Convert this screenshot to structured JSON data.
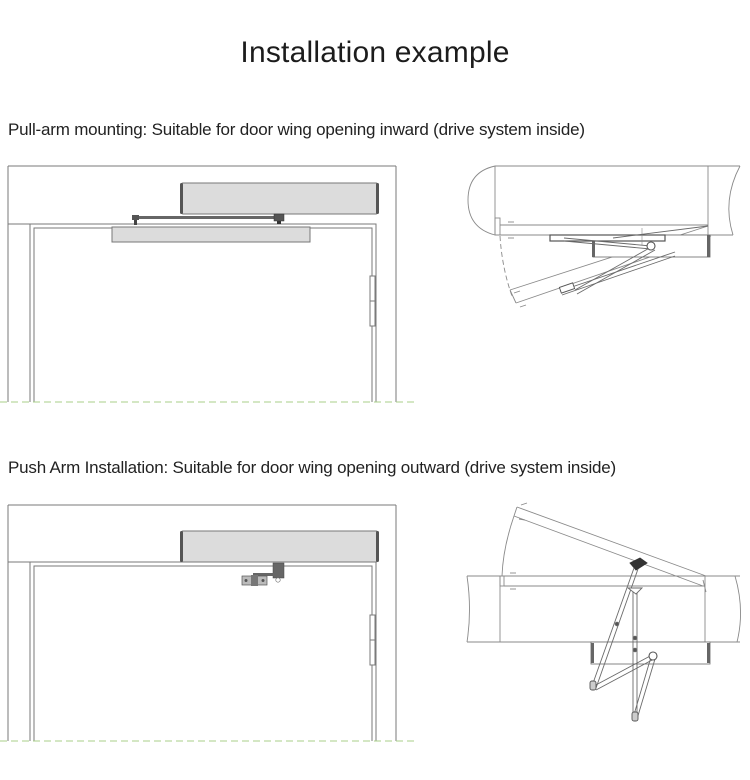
{
  "title": "Installation example",
  "sections": [
    {
      "id": "pull-arm",
      "caption": "Pull-arm mounting: Suitable for door wing opening inward (drive system inside)",
      "front_view": "door front elevation with operator above frame and pull-arm with slide rail",
      "plan_view": "plan view with door wing opening inward and folding pull arm"
    },
    {
      "id": "push-arm",
      "caption": "Push Arm Installation: Suitable for door wing opening outward (drive system inside)",
      "front_view": "door front elevation with operator above frame and push-arm bracket",
      "plan_view": "plan view with door wing opening outward and push arm linkage"
    }
  ],
  "colors": {
    "line": "#7a7a7a",
    "operator_fill": "#dcdcdc",
    "operator_end": "#555555",
    "arm": "#666666",
    "floor_dash": "#a8cf8a"
  }
}
